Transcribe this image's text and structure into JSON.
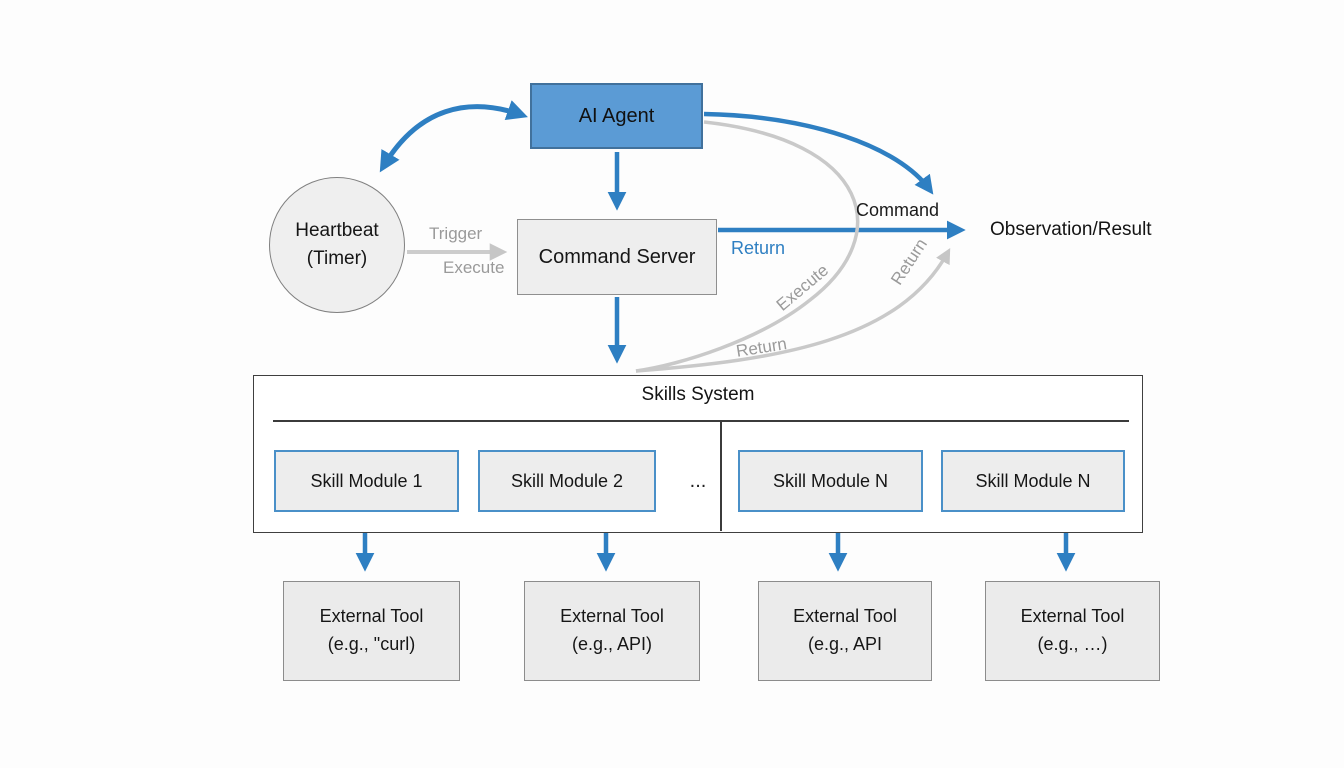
{
  "nodes": {
    "ai_agent": {
      "label": "AI Agent"
    },
    "heartbeat": {
      "line1": "Heartbeat",
      "line2": "(Timer)"
    },
    "command_server": {
      "label": "Command Server"
    },
    "skills_system": {
      "title": "Skills System",
      "ellipsis": "..."
    },
    "skill_modules": [
      {
        "label": "Skill Module 1"
      },
      {
        "label": "Skill Module 2"
      },
      {
        "label": "Skill Module N"
      },
      {
        "label": "Skill Module N"
      }
    ],
    "external_tools": [
      {
        "line1": "External Tool",
        "line2": "(e.g., \"curl)"
      },
      {
        "line1": "External Tool",
        "line2": "(e.g., API)"
      },
      {
        "line1": "External Tool",
        "line2": "(e.g., API"
      },
      {
        "line1": "External Tool",
        "line2": "(e.g., …)"
      }
    ]
  },
  "edges": {
    "trigger_label": "Trigger",
    "execute_label": "Execute",
    "return_blue_label": "Return",
    "command_label": "Command",
    "observation_label": "Observation/Result",
    "execute_arc_label": "Execute",
    "return_arc_low_label": "Return",
    "return_arc_right_label": "Return"
  },
  "colors": {
    "accent_blue": "#2e7fc2",
    "agent_fill": "#5b9bd5",
    "agent_border": "#41719c",
    "gray_wire": "#c8c8c8",
    "gray_text": "#9a9a9a",
    "box_fill": "#eeeeee",
    "box_border": "#8f8f8f",
    "module_border": "#4a90c8",
    "container_border": "#3f3f3f"
  }
}
